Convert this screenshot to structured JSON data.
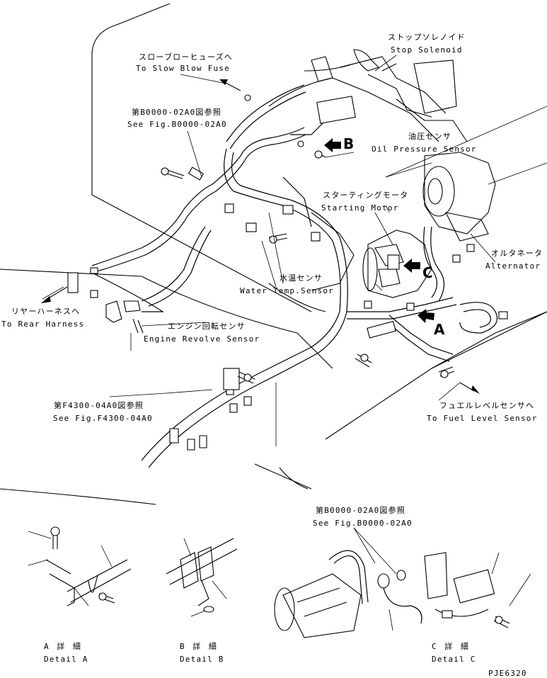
{
  "labels": {
    "stop_solenoid_jp": "ストップソレノイド",
    "stop_solenoid_en": "Stop Solenoid",
    "slow_blow_jp": "スローブローヒューズへ",
    "slow_blow_en": "To Slow Blow Fuse",
    "see_b0000_top_jp": "第B0000-02A0図参照",
    "see_b0000_top_en": "See Fig.B0000-02A0",
    "oil_pressure_jp": "油圧センサ",
    "oil_pressure_en": "Oil Pressure Sensor",
    "starting_motor_jp": "スターティングモータ",
    "starting_motor_en": "Starting Motor",
    "alternator_jp": "オルタネータ",
    "alternator_en": "Alternator",
    "water_temp_jp": "水温センサ",
    "water_temp_en": "Water Temp.Sensor",
    "rear_harness_jp": "リヤーハーネスへ",
    "rear_harness_en": "To Rear Harness",
    "engine_revolve_jp": "エンジン回転センサ",
    "engine_revolve_en": "Engine Revolve Sensor",
    "see_f4300_jp": "第F4300-04A0図参照",
    "see_f4300_en": "See Fig.F4300-04A0",
    "fuel_level_jp": "フュエルレベルセンサへ",
    "fuel_level_en": "To Fuel Level Sensor",
    "see_b0000_bottom_jp": "第B0000-02A0図参照",
    "see_b0000_bottom_en": "See Fig.B0000-02A0",
    "detail_a_jp": "A 詳 細",
    "detail_a_en": "Detail A",
    "detail_b_jp": "B 詳 細",
    "detail_b_en": "Detail B",
    "detail_c_jp": "C 詳 細",
    "detail_c_en": "Detail C",
    "arrow_a": "A",
    "arrow_b": "B",
    "arrow_c": "C",
    "drawing_no": "PJE6320"
  }
}
